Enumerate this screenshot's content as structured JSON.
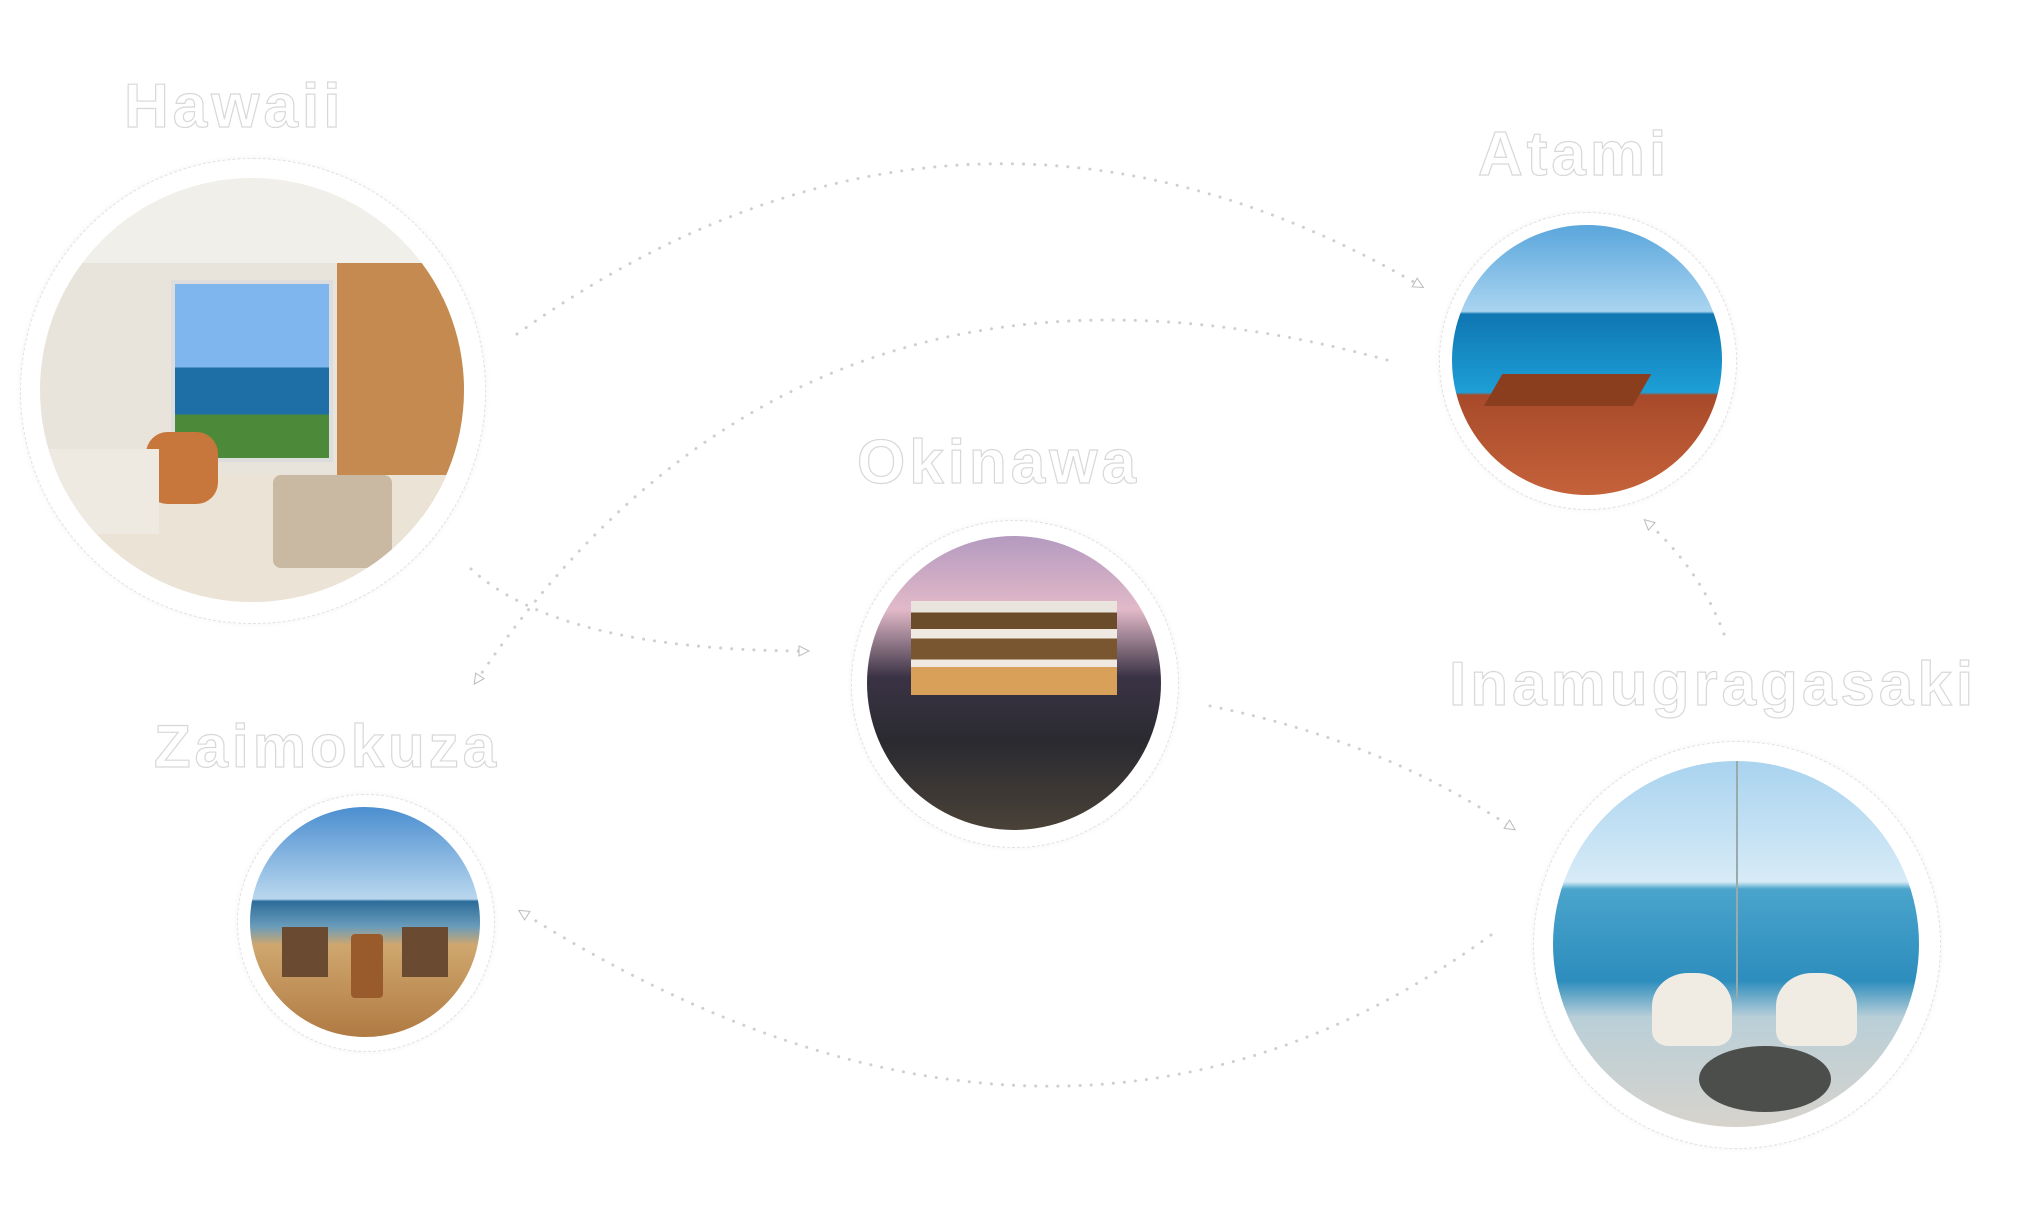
{
  "destinations": [
    {
      "name": "Hawaii"
    },
    {
      "name": "Atami"
    },
    {
      "name": "Okinawa"
    },
    {
      "name": "Zaimokuza"
    },
    {
      "name": "Inamugragasaki"
    }
  ],
  "colors": {
    "label_outline": "#d8d8d8",
    "connector": "#cfcfcf"
  }
}
